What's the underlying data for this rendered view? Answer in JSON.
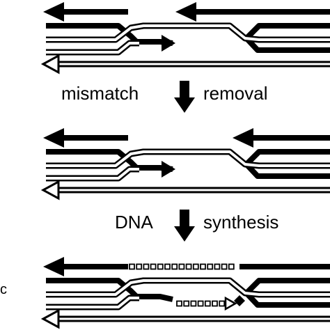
{
  "steps": [
    {
      "left_label": "mismatch",
      "right_label": "removal"
    },
    {
      "left_label": "DNA",
      "right_label": "synthesis"
    }
  ],
  "side_mark": "c",
  "colors": {
    "ink": "#000000",
    "paper": "#ffffff"
  }
}
